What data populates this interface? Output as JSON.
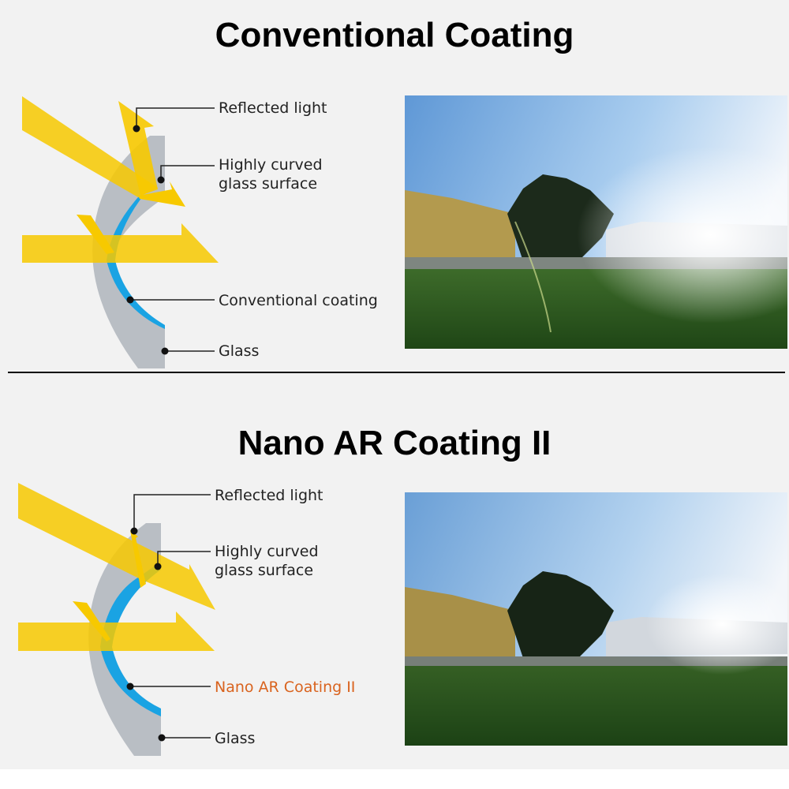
{
  "sections": [
    {
      "title": "Conventional Coating",
      "labels": {
        "reflected": "Reflected light",
        "curved_1": "Highly curved",
        "curved_2": "glass surface",
        "coating": "Conventional coating",
        "glass": "Glass"
      },
      "coating_label_color": "#222222"
    },
    {
      "title": "Nano AR Coating II",
      "labels": {
        "reflected": "Reflected light",
        "curved_1": "Highly curved",
        "curved_2": "glass surface",
        "coating": "Nano AR Coating II",
        "glass": "Glass"
      },
      "coating_label_color": "#d9631e"
    }
  ],
  "colors": {
    "light": "#f7c900",
    "glass": "#b9bec4",
    "coating": "#1aa3e3",
    "background": "#f2f2f2"
  }
}
